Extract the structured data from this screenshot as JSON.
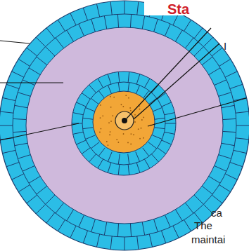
{
  "diagram": {
    "labels": [
      "Sta",
      "I",
      "ca",
      "The",
      "maintai"
    ]
  }
}
